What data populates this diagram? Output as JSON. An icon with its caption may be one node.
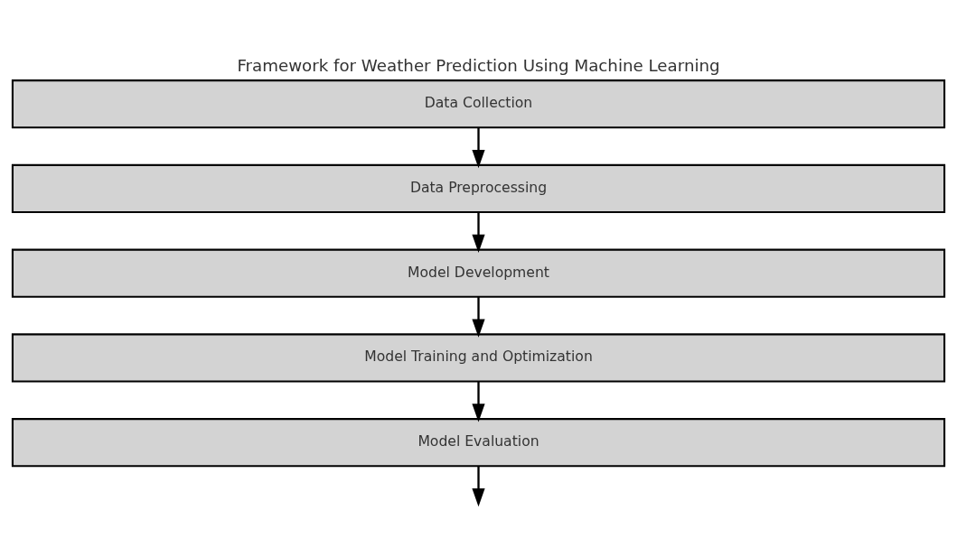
{
  "diagram": {
    "title": "Framework for Weather Prediction Using Machine Learning",
    "nodes": [
      {
        "text": [
          "Data Collection"
        ]
      },
      {
        "text": [
          "Data Preprocessing"
        ]
      },
      {
        "text": [
          "Model Development"
        ]
      },
      {
        "text": [
          "Model Training and Optimization"
        ]
      },
      {
        "text": [
          "Model Evaluation"
        ]
      }
    ],
    "edges": [
      {
        "from": 0,
        "to": 1,
        "arrow": "to"
      },
      {
        "from": 1,
        "to": 2,
        "arrow": "to"
      },
      {
        "from": 2,
        "to": 3,
        "arrow": "to"
      },
      {
        "from": 3,
        "to": 4,
        "arrow": "to"
      },
      {
        "from": 4,
        "to": null,
        "arrow": "to"
      }
    ]
  }
}
